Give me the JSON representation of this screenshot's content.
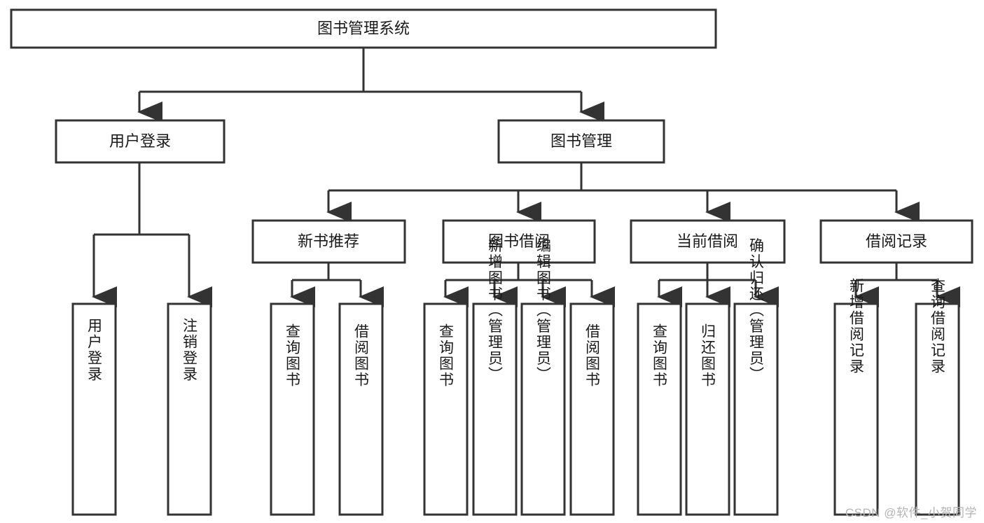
{
  "diagram": {
    "type": "tree-hierarchy-chart",
    "title": "图书管理系统",
    "watermark": "CSDN @软件_小贺同学",
    "colors": {
      "box_fill": "#ffffff",
      "box_stroke": "#333333",
      "text": "#1a1a1a",
      "watermark": "#b4b4b4",
      "background": "#ffffff"
    },
    "root": {
      "id": "root",
      "label": "图书管理系统"
    },
    "level2": [
      {
        "id": "user-login",
        "label": "用户登录"
      },
      {
        "id": "book-manage",
        "label": "图书管理"
      }
    ],
    "level3": [
      {
        "id": "new-book-rec",
        "label": "新书推荐",
        "parent": "book-manage"
      },
      {
        "id": "book-borrow",
        "label": "图书借阅",
        "parent": "book-manage"
      },
      {
        "id": "current-borrow",
        "label": "当前借阅",
        "parent": "book-manage"
      },
      {
        "id": "borrow-record",
        "label": "借阅记录",
        "parent": "book-manage"
      }
    ],
    "leaves": [
      {
        "id": "leaf-1",
        "label": "用户登录",
        "parent": "user-login"
      },
      {
        "id": "leaf-2",
        "label": "注销登录",
        "parent": "user-login"
      },
      {
        "id": "leaf-3",
        "label": "查询图书",
        "parent": "new-book-rec"
      },
      {
        "id": "leaf-4",
        "label": "借阅图书",
        "parent": "new-book-rec"
      },
      {
        "id": "leaf-5",
        "label": "查询图书",
        "parent": "book-borrow"
      },
      {
        "id": "leaf-6",
        "label": "新增图书（管理员）",
        "parent": "book-borrow"
      },
      {
        "id": "leaf-7",
        "label": "编辑图书（管理员）",
        "parent": "book-borrow"
      },
      {
        "id": "leaf-8",
        "label": "借阅图书",
        "parent": "book-borrow"
      },
      {
        "id": "leaf-9",
        "label": "查询图书",
        "parent": "current-borrow"
      },
      {
        "id": "leaf-10",
        "label": "归还图书",
        "parent": "current-borrow"
      },
      {
        "id": "leaf-11",
        "label": "确认归还（管理员）",
        "parent": "current-borrow"
      },
      {
        "id": "leaf-12",
        "label": "新增借阅记录",
        "parent": "borrow-record"
      },
      {
        "id": "leaf-13",
        "label": "查询借阅记录",
        "parent": "borrow-record"
      }
    ]
  }
}
